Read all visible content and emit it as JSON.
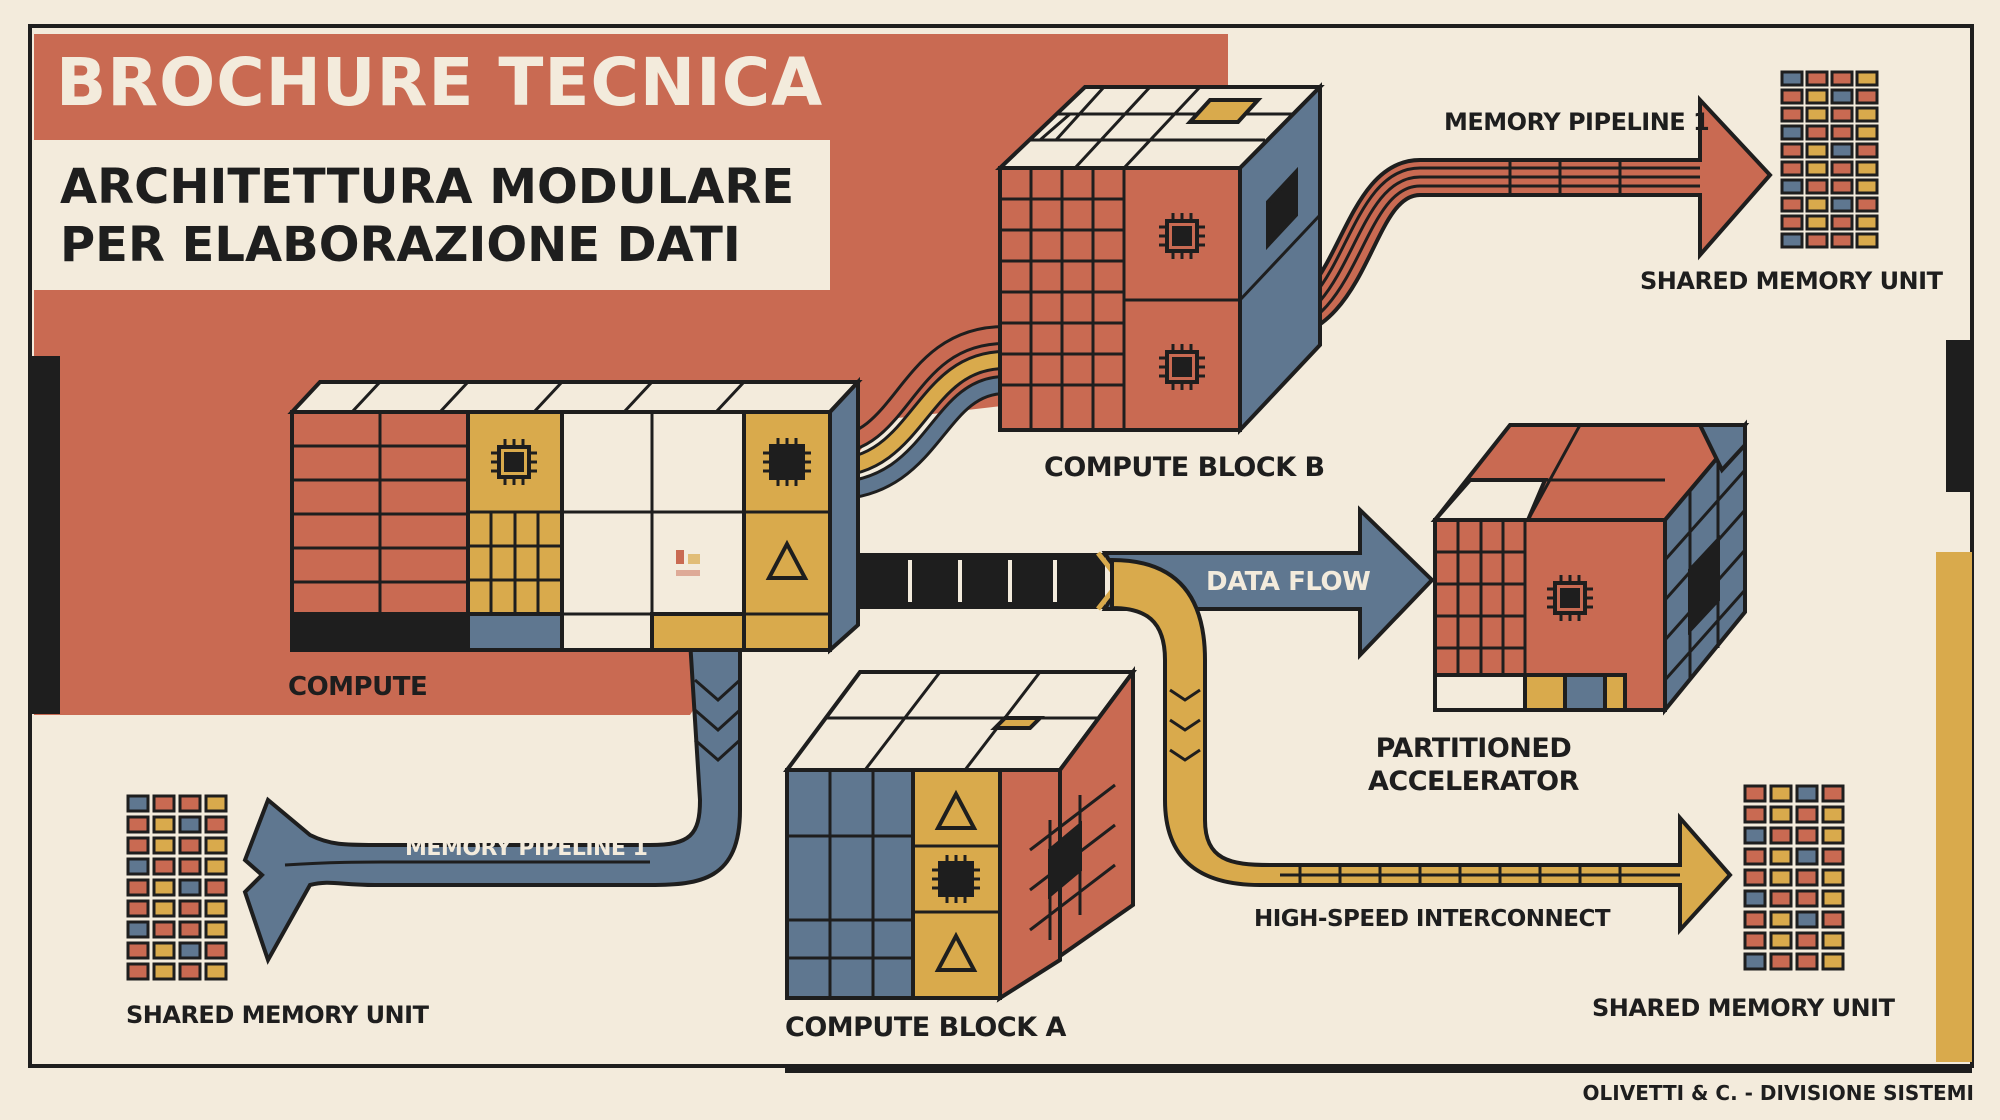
{
  "header": {
    "title": "BROCHURE TECNICA",
    "subtitle_line1": "ARCHITETTURA MODULARE",
    "subtitle_line2": "PER ELABORAZIONE DATI"
  },
  "labels": {
    "compute": "COMPUTE",
    "compute_block_a": "COMPUTE BLOCK A",
    "compute_block_b": "COMPUTE BLOCK B",
    "partitioned_accelerator_line1": "PARTITIONED",
    "partitioned_accelerator_line2": "ACCELERATOR",
    "memory_pipeline_top": "MEMORY PIPELINE 1",
    "memory_pipeline_left": "MEMORY PIPELINE 1",
    "data_flow": "DATA FLOW",
    "high_speed_interconnect": "HIGH-SPEED INTERCONNECT",
    "shared_memory_top_right": "SHARED MEMORY UNIT",
    "shared_memory_bottom_left": "SHARED MEMORY UNIT",
    "shared_memory_bottom_right": "SHARED MEMORY UNIT"
  },
  "footer": {
    "credit": "OLIVETTI & C. - DIVISIONE SISTEMI"
  },
  "colors": {
    "background": "#f3ebdc",
    "terracotta": "#c96a52",
    "mustard": "#d9aa4c",
    "slate": "#5f7790",
    "ink": "#1e1e1e",
    "cream": "#f3ebdc"
  },
  "icons": [
    "chip-icon",
    "triangle-icon"
  ]
}
